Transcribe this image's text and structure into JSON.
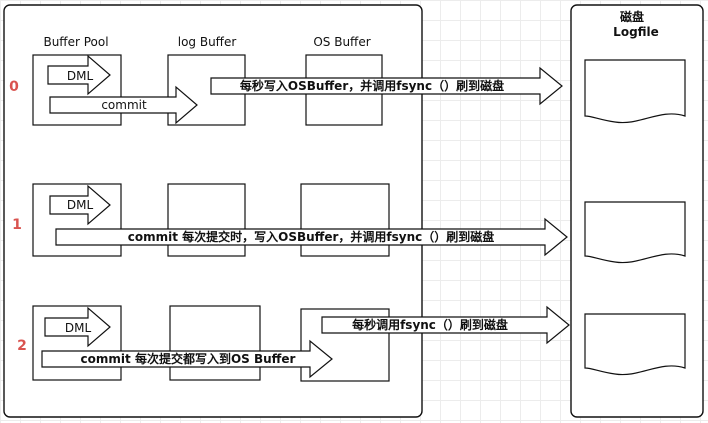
{
  "headers": {
    "buffer_pool": "Buffer Pool",
    "log_buffer": "log Buffer",
    "os_buffer": "OS Buffer",
    "disk": "磁盘",
    "logfile": "Logfile"
  },
  "rows": [
    {
      "number": "0",
      "dml_label": "DML",
      "commit_label": "commit",
      "flush_label": "每秒写入OSBuffer，并调用fsync（）刷到磁盘"
    },
    {
      "number": "1",
      "dml_label": "DML",
      "commit_label": "commit  每次提交时，写入OSBuffer，并调用fsync（）刷到磁盘"
    },
    {
      "number": "2",
      "dml_label": "DML",
      "commit_label": "commit  每次提交都写入到OS Buffer",
      "flush_label": "每秒调用fsync（）刷到磁盘"
    }
  ]
}
